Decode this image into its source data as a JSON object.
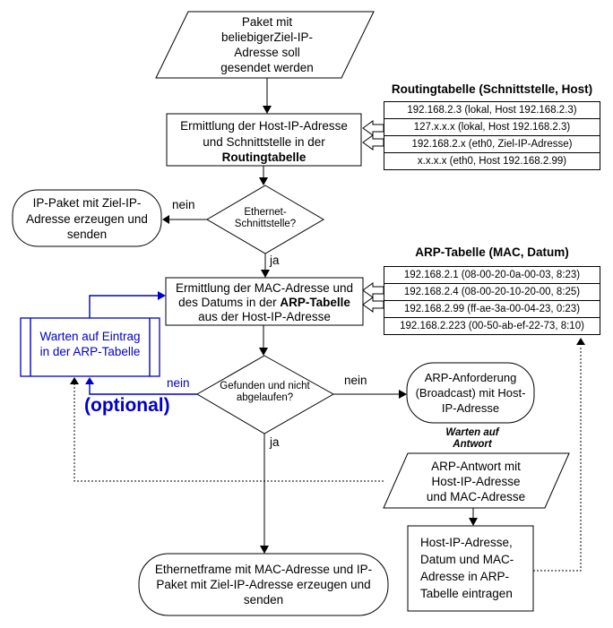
{
  "colors": {
    "accent_blue": "#0000cc",
    "line_black": "#000000"
  },
  "start": {
    "lines": [
      "Paket mit",
      "beliebigerZiel-IP-",
      "Adresse soll",
      "gesendet werden"
    ]
  },
  "routing_lookup": {
    "line1": "Ermittlung der Host-IP-Adresse",
    "line2": "und Schnittstelle in der",
    "line3_bold": "Routingtabelle"
  },
  "routing_table": {
    "title": "Routingtabelle (Schnittstelle, Host)",
    "rows": [
      "192.168.2.3 (lokal, Host 192.168.2.3)",
      "127.x.x.x (lokal, Host 192.168.2.3)",
      "192.168.2.x (eth0, Ziel-IP-Adresse)",
      "x.x.x.x (eth0, Host 192.168.2.99)"
    ]
  },
  "decision_ethernet": {
    "line1": "Ethernet-",
    "line2": "Schnittstelle?",
    "label_nein": "nein",
    "label_ja": "ja"
  },
  "send_ip_packet": {
    "lines": [
      "IP-Paket mit Ziel-IP-",
      "Adresse erzeugen und",
      "senden"
    ]
  },
  "arp_lookup": {
    "line1": "Ermittlung der MAC-Adresse und",
    "line2_pre": "des Datums in der ",
    "line2_bold": "ARP-Tabelle",
    "line3": "aus der Host-IP-Adresse"
  },
  "arp_table": {
    "title": "ARP-Tabelle (MAC, Datum)",
    "rows": [
      "192.168.2.1 (08-00-20-0a-00-03, 8:23)",
      "192.168.2.4 (08-00-20-10-20-00, 8:25)",
      "192.168.2.99 (ff-ae-3a-00-04-23, 0:23)",
      "192.168.2.223 (00-50-ab-ef-22-73, 8:10)"
    ]
  },
  "wait_entry": {
    "lines": [
      "Warten auf Eintrag",
      "in der ARP-Tabelle"
    ],
    "optional_label": "(optional)"
  },
  "decision_found": {
    "line1": "Gefunden und nicht",
    "line2": "abgelaufen?",
    "label_nein_left": "nein",
    "label_nein_right": "nein",
    "label_ja": "ja"
  },
  "arp_request": {
    "lines": [
      "ARP-Anforderung",
      "(Broadcast) mit Host-",
      "IP-Adresse"
    ]
  },
  "wait_answer": {
    "lines": [
      "Warten auf",
      "Antwort"
    ]
  },
  "arp_reply": {
    "lines": [
      "ARP-Antwort mit",
      "Host-IP-Adresse",
      "und MAC-Adresse"
    ]
  },
  "arp_store": {
    "lines": [
      "Host-IP-Adresse,",
      "Datum und MAC-",
      "Adresse in ARP-",
      "Tabelle eintragen"
    ]
  },
  "send_frame": {
    "lines": [
      "Ethernetframe mit MAC-Adresse und IP-",
      "Paket mit Ziel-IP-Adresse erzeugen und",
      "senden"
    ]
  }
}
